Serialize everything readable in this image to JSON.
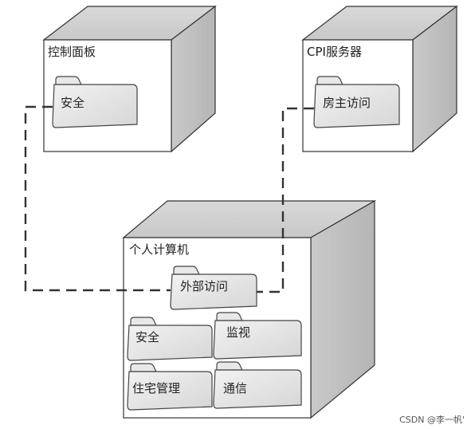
{
  "nodes": {
    "control_panel": {
      "title": "控制面板",
      "package": "安全"
    },
    "cpi_server": {
      "title": "CPI服务器",
      "package": "房主访问"
    },
    "pc": {
      "title": "个人计算机",
      "packages": {
        "external_access": "外部访问",
        "security": "安全",
        "monitoring": "监视",
        "home_management": "住宅管理",
        "communication": "通信"
      }
    }
  },
  "watermark": "CSDN @李一帆'"
}
